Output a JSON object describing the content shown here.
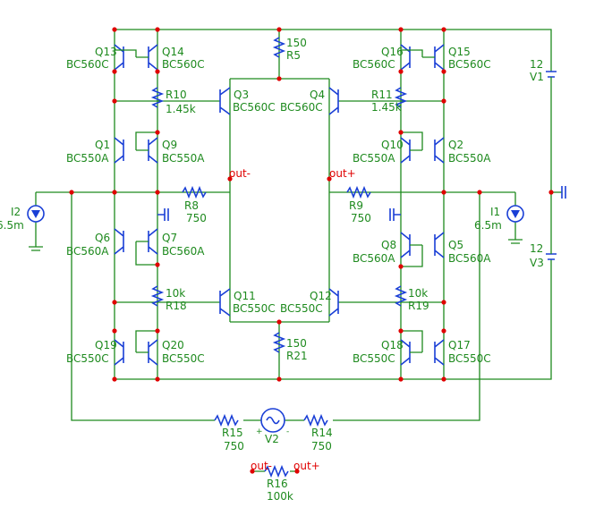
{
  "components": {
    "Q13": {
      "name": "Q13",
      "model": "BC560C"
    },
    "Q14": {
      "name": "Q14",
      "model": "BC560C"
    },
    "Q16": {
      "name": "Q16",
      "model": "BC560C"
    },
    "Q15": {
      "name": "Q15",
      "model": "BC560C"
    },
    "Q3": {
      "name": "Q3",
      "model": "BC560C"
    },
    "Q4": {
      "name": "Q4",
      "model": "BC560C"
    },
    "Q1": {
      "name": "Q1",
      "model": "BC550A"
    },
    "Q9": {
      "name": "Q9",
      "model": "BC550A"
    },
    "Q10": {
      "name": "Q10",
      "model": "BC550A"
    },
    "Q2": {
      "name": "Q2",
      "model": "BC550A"
    },
    "Q6": {
      "name": "Q6",
      "model": "BC560A"
    },
    "Q7": {
      "name": "Q7",
      "model": "BC560A"
    },
    "Q8": {
      "name": "Q8",
      "model": "BC560A"
    },
    "Q5": {
      "name": "Q5",
      "model": "BC560A"
    },
    "Q11": {
      "name": "Q11",
      "model": "BC550C"
    },
    "Q12": {
      "name": "Q12",
      "model": "BC550C"
    },
    "Q19": {
      "name": "Q19",
      "model": "BC550C"
    },
    "Q20": {
      "name": "Q20",
      "model": "BC550C"
    },
    "Q18": {
      "name": "Q18",
      "model": "BC550C"
    },
    "Q17": {
      "name": "Q17",
      "model": "BC550C"
    },
    "R5": {
      "name": "R5",
      "value": "150"
    },
    "R21": {
      "name": "R21",
      "value": "150"
    },
    "R10": {
      "name": "R10",
      "value": "1.45k"
    },
    "R11": {
      "name": "R11",
      "value": "1.45k"
    },
    "R8": {
      "name": "R8",
      "value": "750"
    },
    "R9": {
      "name": "R9",
      "value": "750"
    },
    "R18": {
      "name": "R18",
      "value": "10k"
    },
    "R19": {
      "name": "R19",
      "value": "10k"
    },
    "R15": {
      "name": "R15",
      "value": "750"
    },
    "R14": {
      "name": "R14",
      "value": "750"
    },
    "R16": {
      "name": "R16",
      "value": "100k"
    },
    "V1": {
      "name": "V1",
      "value": "12"
    },
    "V3": {
      "name": "V3",
      "value": "12"
    },
    "V2": {
      "name": "V2"
    },
    "I1": {
      "name": "I1",
      "value": "6.5m"
    },
    "I2": {
      "name": "I2",
      "value": "6.5m"
    }
  },
  "nets": {
    "out_minus": "out-",
    "out_plus": "out+",
    "plus_sign": "+",
    "minus_sign": "-"
  },
  "colors": {
    "wire": "#1e8a1e",
    "symbol": "#1a3fd6",
    "node": "#e00000"
  }
}
